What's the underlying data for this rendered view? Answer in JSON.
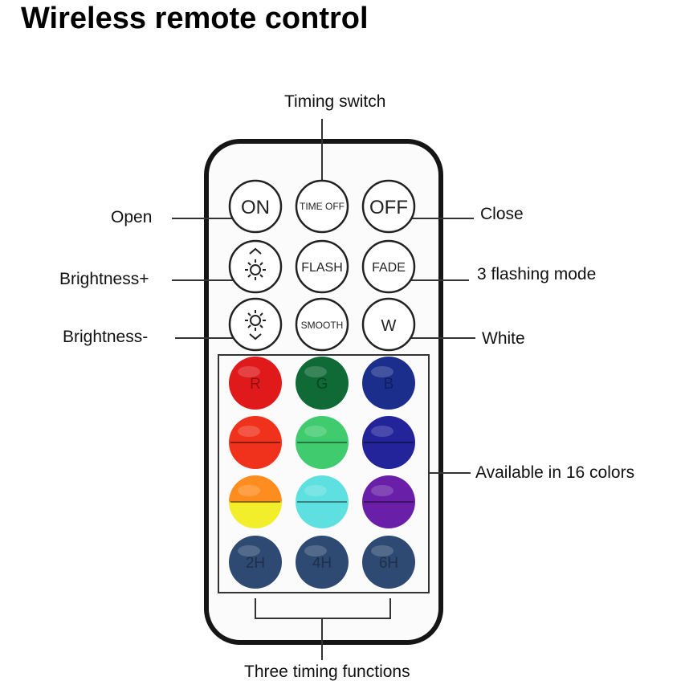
{
  "title": "Wireless remote control",
  "callouts": {
    "timing_switch": "Timing switch",
    "open": "Open",
    "close": "Close",
    "brightness_up": "Brightness+",
    "flashing_mode": "3 flashing mode",
    "brightness_down": "Brightness-",
    "white": "White",
    "colors": "Available in 16 colors",
    "timing_functions": "Three timing functions"
  },
  "buttons": {
    "on": "ON",
    "time_off": "TIME OFF",
    "off": "OFF",
    "flash": "FLASH",
    "fade": "FADE",
    "smooth": "SMOOTH",
    "white": "W",
    "brightness_up_icon": "sun-up-icon",
    "brightness_down_icon": "sun-down-icon"
  },
  "color_buttons": [
    {
      "label": "R",
      "color": "#e01a1a"
    },
    {
      "label": "G",
      "color": "#0f6a35"
    },
    {
      "label": "B",
      "color": "#1c2e8c"
    },
    {
      "label": "",
      "color": "#f0311c"
    },
    {
      "label": "",
      "color": "#3fcb6e"
    },
    {
      "label": "",
      "color": "#23239a"
    },
    {
      "label": "",
      "color": "#ff8c1e",
      "color2": "#f2ee2a"
    },
    {
      "label": "",
      "color": "#5fe0e0"
    },
    {
      "label": "",
      "color": "#6a1fa8"
    },
    {
      "label": "2H",
      "color": "#2e4a72"
    },
    {
      "label": "4H",
      "color": "#2e4a72"
    },
    {
      "label": "6H",
      "color": "#2e4a72"
    }
  ]
}
